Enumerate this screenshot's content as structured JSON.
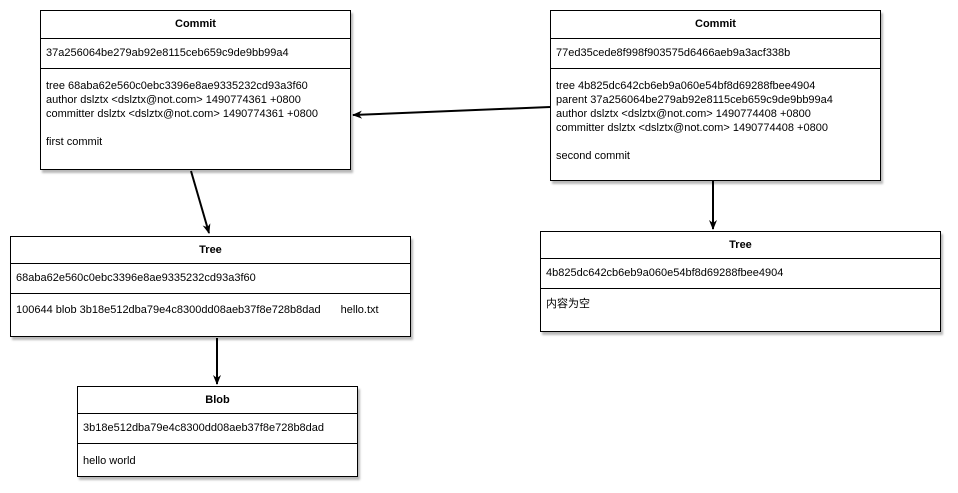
{
  "nodes": {
    "commit1": {
      "type_label": "Commit",
      "hash": "37a256064be279ab92e8115ceb659c9de9bb99a4",
      "lines": [
        "tree 68aba62e560c0ebc3396e8ae9335232cd93a3f60",
        "author dslztx <dslztx@not.com> 1490774361 +0800",
        "committer dslztx <dslztx@not.com> 1490774361 +0800",
        "",
        "first commit"
      ]
    },
    "commit2": {
      "type_label": "Commit",
      "hash": "77ed35cede8f998f903575d6466aeb9a3acf338b",
      "lines": [
        "tree 4b825dc642cb6eb9a060e54bf8d69288fbee4904",
        "parent 37a256064be279ab92e8115ceb659c9de9bb99a4",
        "author dslztx <dslztx@not.com> 1490774408 +0800",
        "committer dslztx <dslztx@not.com> 1490774408 +0800",
        "",
        "second commit"
      ]
    },
    "tree1": {
      "type_label": "Tree",
      "hash": "68aba62e560c0ebc3396e8ae9335232cd93a3f60",
      "entry": "100644 blob 3b18e512dba79e4c8300dd08aeb37f8e728b8dad",
      "entry_name": "hello.txt"
    },
    "tree2": {
      "type_label": "Tree",
      "hash": "4b825dc642cb6eb9a060e54bf8d69288fbee4904",
      "content": "内容为空"
    },
    "blob": {
      "type_label": "Blob",
      "hash": "3b18e512dba79e4c8300dd08aeb37f8e728b8dad",
      "content": "hello world"
    }
  },
  "colors": {
    "stroke": "#000000",
    "fill": "#ffffff"
  }
}
